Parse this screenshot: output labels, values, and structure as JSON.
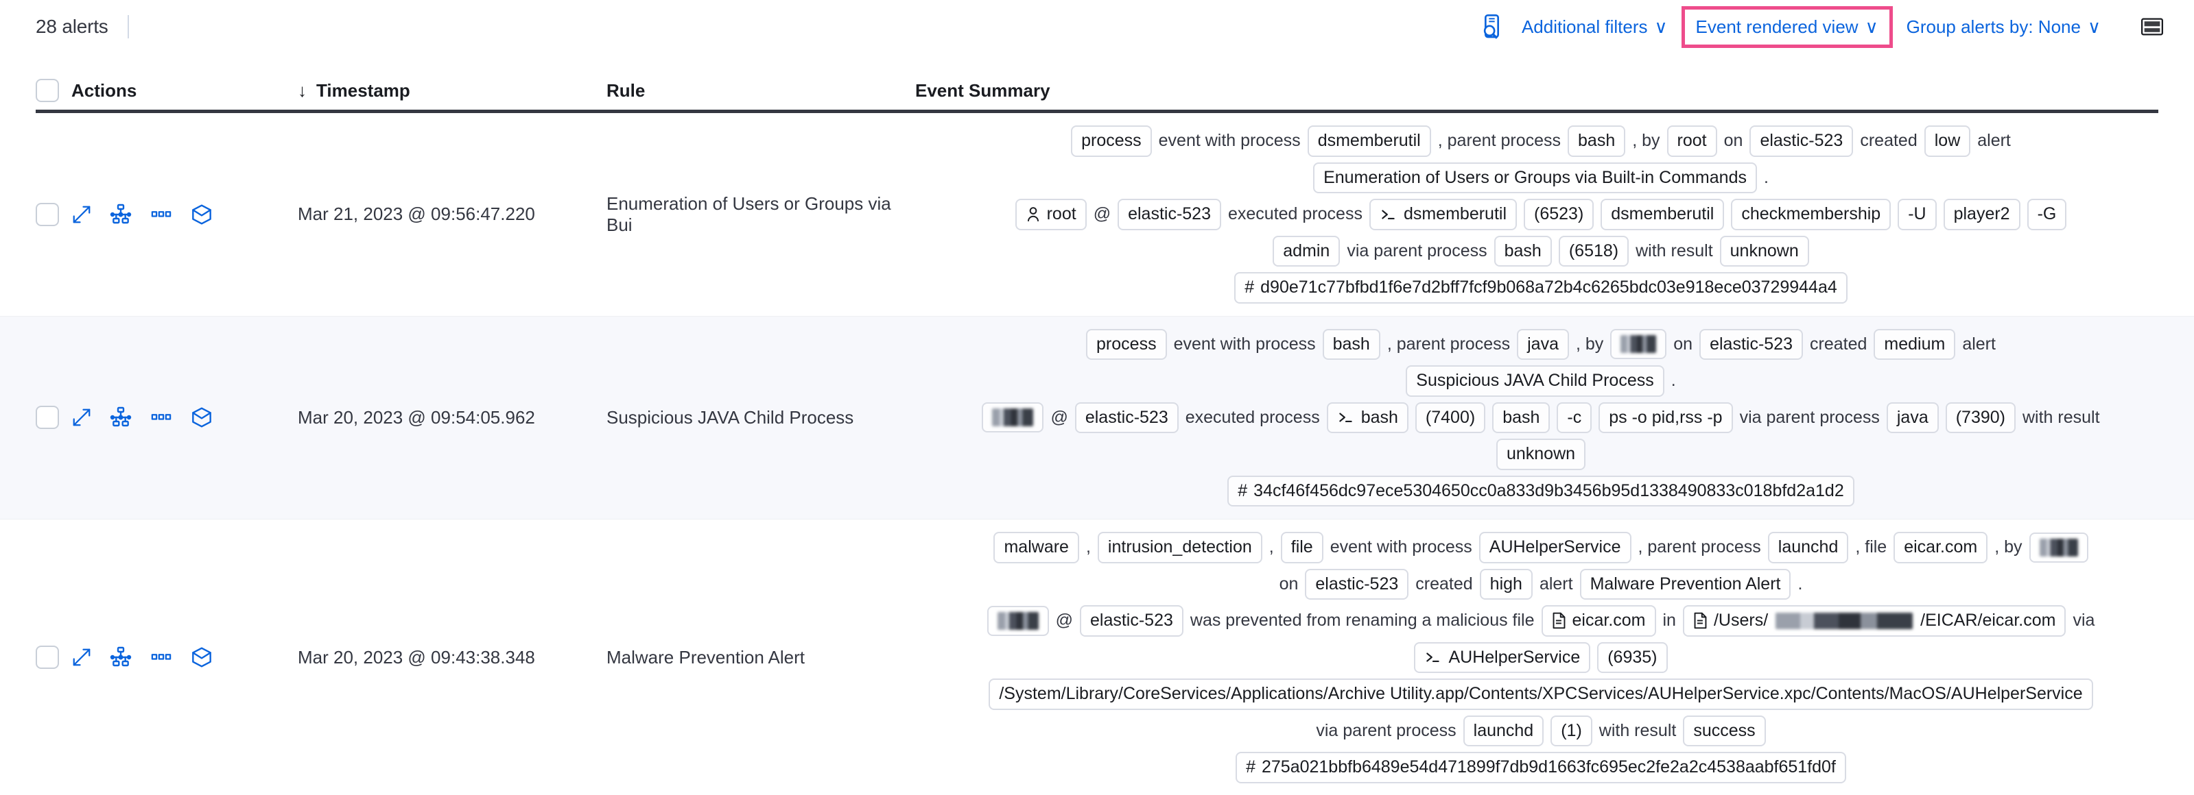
{
  "toolbar": {
    "alerts_count": "28 alerts",
    "inspect_icon": "inspect-search-icon",
    "additional_filters": "Additional filters",
    "event_rendered_view": "Event rendered view",
    "group_alerts_by": "Group alerts by: None",
    "chevron": "∨",
    "fullscreen_icon": "keyboard-fullscreen-icon",
    "highlight_color": "#ee4c8b",
    "link_color": "#0b64dd"
  },
  "table": {
    "columns": {
      "actions": "Actions",
      "timestamp": "Timestamp",
      "rule": "Rule",
      "event_summary": "Event Summary"
    },
    "sort_arrow": "↓",
    "row_action_icons": [
      "expand-icon",
      "analyzer-icon",
      "more-actions-icon",
      "session-view-icon"
    ]
  },
  "rows": [
    {
      "timestamp": "Mar 21, 2023 @ 09:56:47.220",
      "rule": "Enumeration of Users or Groups via Bui",
      "summary_lines": [
        [
          {
            "t": "chip",
            "v": "process"
          },
          {
            "t": "text",
            "v": "event with process"
          },
          {
            "t": "chip",
            "v": "dsmemberutil"
          },
          {
            "t": "text",
            "v": ", parent process"
          },
          {
            "t": "chip",
            "v": "bash"
          },
          {
            "t": "text",
            "v": ", by"
          },
          {
            "t": "chip",
            "v": "root"
          },
          {
            "t": "text",
            "v": "on"
          },
          {
            "t": "chip",
            "v": "elastic-523"
          },
          {
            "t": "text",
            "v": "created"
          },
          {
            "t": "chip",
            "v": "low"
          },
          {
            "t": "text",
            "v": "alert"
          }
        ],
        [
          {
            "t": "chip",
            "v": "Enumeration of Users or Groups via Built-in Commands"
          },
          {
            "t": "text",
            "v": "."
          }
        ],
        [
          {
            "t": "chip-user",
            "v": "root"
          },
          {
            "t": "text",
            "v": "@"
          },
          {
            "t": "chip",
            "v": "elastic-523"
          },
          {
            "t": "text",
            "v": "executed process"
          },
          {
            "t": "chip-term",
            "v": "dsmemberutil"
          },
          {
            "t": "chip",
            "v": "(6523)"
          },
          {
            "t": "chip",
            "v": "dsmemberutil"
          },
          {
            "t": "chip",
            "v": "checkmembership"
          },
          {
            "t": "chip",
            "v": "-U"
          },
          {
            "t": "chip",
            "v": "player2"
          },
          {
            "t": "chip",
            "v": "-G"
          }
        ],
        [
          {
            "t": "chip",
            "v": "admin"
          },
          {
            "t": "text",
            "v": "via parent process"
          },
          {
            "t": "chip",
            "v": "bash"
          },
          {
            "t": "chip",
            "v": "(6518)"
          },
          {
            "t": "text",
            "v": "with result"
          },
          {
            "t": "chip",
            "v": "unknown"
          }
        ],
        [
          {
            "t": "chip-hash",
            "v": "d90e71c77bfbd1f6e7d2bff7fcf9b068a72b4c6265bdc03e918ece03729944a4"
          }
        ]
      ]
    },
    {
      "timestamp": "Mar 20, 2023 @ 09:54:05.962",
      "rule": "Suspicious JAVA Child Process",
      "summary_lines": [
        [
          {
            "t": "chip",
            "v": "process"
          },
          {
            "t": "text",
            "v": "event with process"
          },
          {
            "t": "chip",
            "v": "bash"
          },
          {
            "t": "text",
            "v": ", parent process"
          },
          {
            "t": "chip",
            "v": "java"
          },
          {
            "t": "text",
            "v": ", by"
          },
          {
            "t": "chip-redacted",
            "v": "r1"
          },
          {
            "t": "text",
            "v": "on"
          },
          {
            "t": "chip",
            "v": "elastic-523"
          },
          {
            "t": "text",
            "v": "created"
          },
          {
            "t": "chip",
            "v": "medium"
          },
          {
            "t": "text",
            "v": "alert"
          }
        ],
        [
          {
            "t": "chip",
            "v": "Suspicious JAVA Child Process"
          },
          {
            "t": "text",
            "v": "."
          }
        ],
        [
          {
            "t": "chip-redacted",
            "v": "r2"
          },
          {
            "t": "text",
            "v": "@"
          },
          {
            "t": "chip",
            "v": "elastic-523"
          },
          {
            "t": "text",
            "v": "executed process"
          },
          {
            "t": "chip-term",
            "v": "bash"
          },
          {
            "t": "chip",
            "v": "(7400)"
          },
          {
            "t": "chip",
            "v": "bash"
          },
          {
            "t": "chip",
            "v": "-c"
          },
          {
            "t": "chip",
            "v": "ps -o pid,rss -p"
          },
          {
            "t": "text",
            "v": "via parent process"
          },
          {
            "t": "chip",
            "v": "java"
          },
          {
            "t": "chip",
            "v": "(7390)"
          },
          {
            "t": "text",
            "v": "with result"
          }
        ],
        [
          {
            "t": "chip",
            "v": "unknown"
          }
        ],
        [
          {
            "t": "chip-hash",
            "v": "34cf46f456dc97ece5304650cc0a833d9b3456b95d1338490833c018bfd2a1d2"
          }
        ]
      ]
    },
    {
      "timestamp": "Mar 20, 2023 @ 09:43:38.348",
      "rule": "Malware Prevention Alert",
      "summary_lines": [
        [
          {
            "t": "chip",
            "v": "malware"
          },
          {
            "t": "text",
            "v": ","
          },
          {
            "t": "chip",
            "v": "intrusion_detection"
          },
          {
            "t": "text",
            "v": ","
          },
          {
            "t": "chip",
            "v": "file"
          },
          {
            "t": "text",
            "v": "event with process"
          },
          {
            "t": "chip",
            "v": "AUHelperService"
          },
          {
            "t": "text",
            "v": ", parent process"
          },
          {
            "t": "chip",
            "v": "launchd"
          },
          {
            "t": "text",
            "v": ", file"
          },
          {
            "t": "chip",
            "v": "eicar.com"
          },
          {
            "t": "text",
            "v": ", by"
          },
          {
            "t": "chip-redacted",
            "v": "r3"
          }
        ],
        [
          {
            "t": "text",
            "v": "on"
          },
          {
            "t": "chip",
            "v": "elastic-523"
          },
          {
            "t": "text",
            "v": "created"
          },
          {
            "t": "chip",
            "v": "high"
          },
          {
            "t": "text",
            "v": "alert"
          },
          {
            "t": "chip",
            "v": "Malware Prevention Alert"
          },
          {
            "t": "text",
            "v": "."
          }
        ],
        [
          {
            "t": "chip-redacted",
            "v": "r2"
          },
          {
            "t": "text",
            "v": "@"
          },
          {
            "t": "chip",
            "v": "elastic-523"
          },
          {
            "t": "text",
            "v": "was prevented from renaming a malicious file"
          },
          {
            "t": "chip-file",
            "v": "eicar.com"
          },
          {
            "t": "text",
            "v": "in"
          },
          {
            "t": "chip-file-redacted",
            "pre": "/Users/",
            "post": "/EICAR/eicar.com"
          },
          {
            "t": "text",
            "v": "via"
          }
        ],
        [
          {
            "t": "chip-term",
            "v": "AUHelperService"
          },
          {
            "t": "chip",
            "v": "(6935)"
          }
        ],
        [
          {
            "t": "chip",
            "v": "/System/Library/CoreServices/Applications/Archive Utility.app/Contents/XPCServices/AUHelperService.xpc/Contents/MacOS/AUHelperService"
          }
        ],
        [
          {
            "t": "text",
            "v": "via parent process"
          },
          {
            "t": "chip",
            "v": "launchd"
          },
          {
            "t": "chip",
            "v": "(1)"
          },
          {
            "t": "text",
            "v": "with result"
          },
          {
            "t": "chip",
            "v": "success"
          }
        ],
        [
          {
            "t": "chip-hash",
            "v": "275a021bbfb6489e54d471899f7db9d1663fc695ec2fe2a2c4538aabf651fd0f"
          }
        ]
      ]
    }
  ]
}
